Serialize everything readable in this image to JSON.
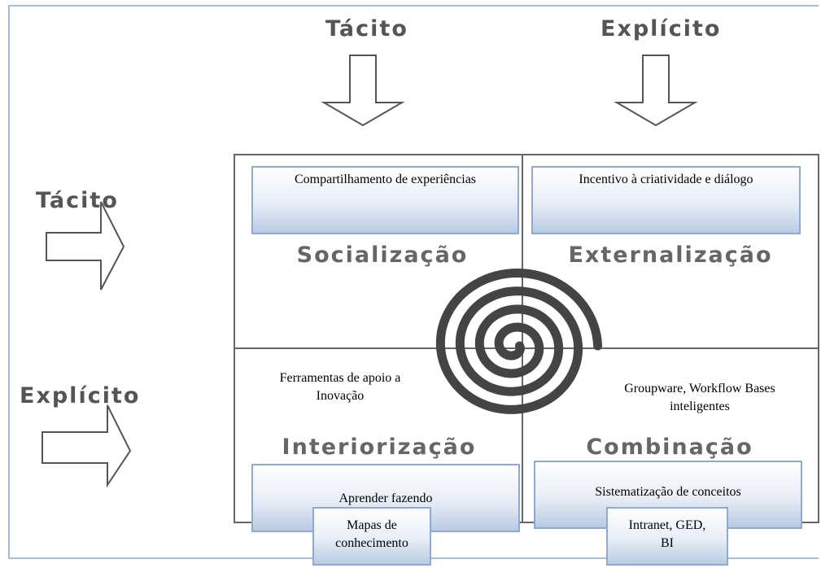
{
  "columns": {
    "tacit": "Tácito",
    "explicit": "Explícito"
  },
  "rows": {
    "tacit": "Tácito",
    "explicit": "Explícito"
  },
  "quadrants": {
    "socialization": {
      "title": "Socialização",
      "box": "Compartilhamento de experiências"
    },
    "externalization": {
      "title": "Externalização",
      "box": "Incentivo à criatividade e diálogo"
    },
    "internalization": {
      "title": "Interiorização",
      "note": "Ferramentas de apoio a Inovação",
      "box": "Aprender fazendo",
      "sub_box": "Mapas de conhecimento"
    },
    "combination": {
      "title": "Combinação",
      "note": "Groupware, Workflow Bases inteligentes",
      "box": "Sistematização de conceitos",
      "sub_box": "Intranet, GED, BI"
    }
  },
  "colors": {
    "grid": "#666666",
    "box_border": "#8eaad2",
    "frame": "#a7bcd6",
    "spiral": "#444444",
    "heading": "#555555"
  }
}
